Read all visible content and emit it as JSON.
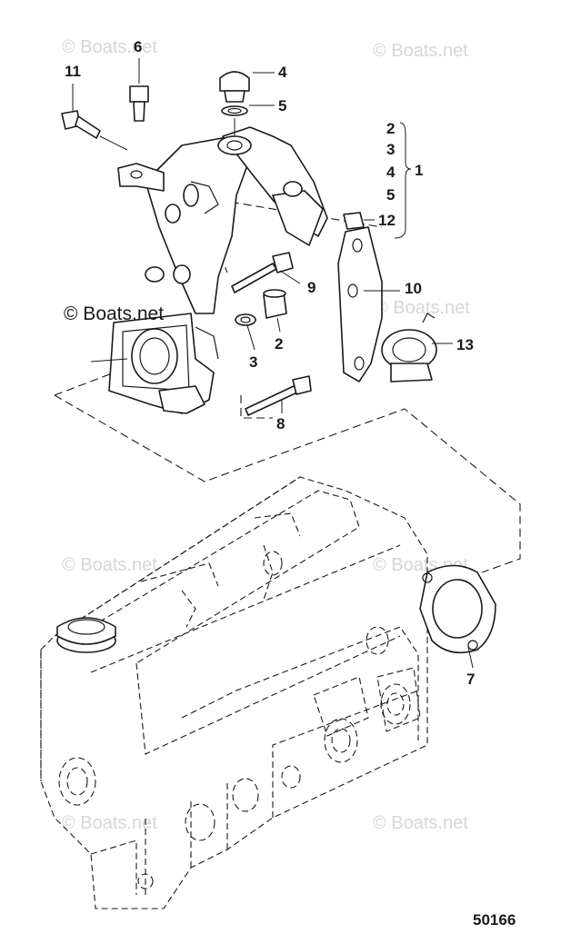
{
  "watermarks": {
    "light": "© Boats.net",
    "dark": "© Boats.net"
  },
  "callouts": {
    "c1": "1",
    "c2a": "2",
    "c3a": "3",
    "c4a": "4",
    "c5a": "5",
    "c2": "2",
    "c3": "3",
    "c4": "4",
    "c5": "5",
    "c6": "6",
    "c7": "7",
    "c8": "8",
    "c9": "9",
    "c10": "10",
    "c11": "11",
    "c12": "12",
    "c13": "13"
  },
  "figure_number": "50166"
}
